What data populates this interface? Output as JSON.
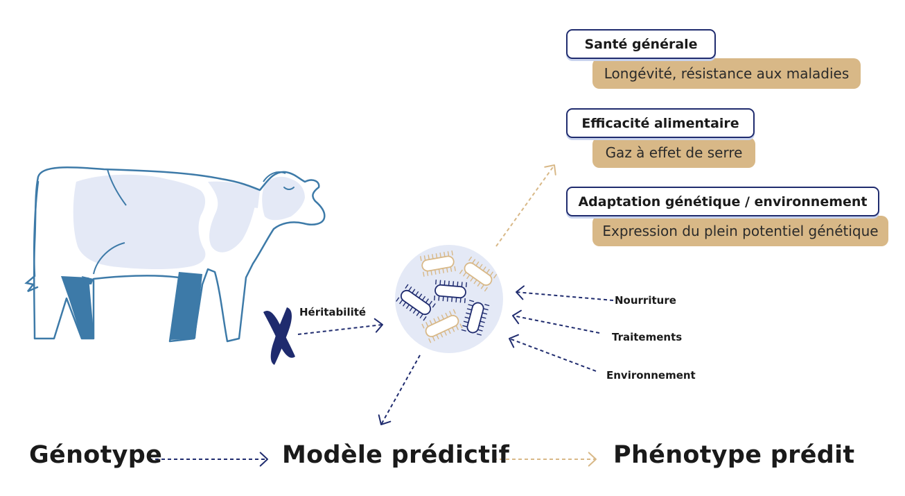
{
  "cards": [
    {
      "title": "Santé générale",
      "sub": "Longévité, résistance aux maladies"
    },
    {
      "title": "Efficacité alimentaire",
      "sub": "Gaz à effet de serre"
    },
    {
      "title": "Adaptation génétique / environnement",
      "sub": "Expression du plein potentiel génétique"
    }
  ],
  "labels": {
    "heritability": "Héritabilité",
    "food": "Nourriture",
    "treatments": "Traitements",
    "environment": "Environnement"
  },
  "flow": {
    "genotype": "Génotype",
    "model": "Modèle prédictif",
    "phenotype": "Phénotype prédit"
  },
  "icons": [
    "cow-illustration",
    "chromosome-icon",
    "microbiome-icon"
  ],
  "colors": {
    "navy": "#1f2b6e",
    "tan": "#d8b887",
    "blue": "#3d7aa8",
    "light_blue": "#e4e9f6"
  }
}
